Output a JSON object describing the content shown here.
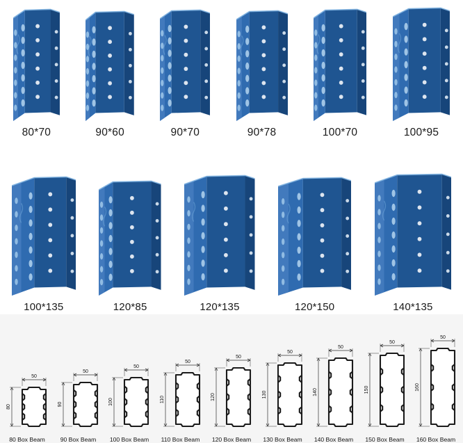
{
  "page": {
    "background": "#ffffff",
    "panel_background": "#f5f5f5"
  },
  "colors": {
    "steel_blue_light": "#4a7fc1",
    "steel_blue_mid": "#2f6bb0",
    "steel_blue_dark": "#1f5591",
    "steel_blue_deep": "#17457a",
    "outline": "#1b1b1b",
    "label_text": "#1a1a1a"
  },
  "uprights": {
    "row1": [
      {
        "label": "80*70",
        "width_mm": 80,
        "depth_mm": 70,
        "icon": "rack-upright-icon"
      },
      {
        "label": "90*60",
        "width_mm": 90,
        "depth_mm": 60,
        "icon": "rack-upright-icon"
      },
      {
        "label": "90*70",
        "width_mm": 90,
        "depth_mm": 70,
        "icon": "rack-upright-icon"
      },
      {
        "label": "90*78",
        "width_mm": 90,
        "depth_mm": 78,
        "icon": "rack-upright-icon"
      },
      {
        "label": "100*70",
        "width_mm": 100,
        "depth_mm": 70,
        "icon": "rack-upright-icon"
      },
      {
        "label": "100*95",
        "width_mm": 100,
        "depth_mm": 95,
        "icon": "rack-upright-icon"
      }
    ],
    "row2": [
      {
        "label": "100*135",
        "width_mm": 100,
        "depth_mm": 135,
        "icon": "rack-upright-icon"
      },
      {
        "label": "120*85",
        "width_mm": 120,
        "depth_mm": 85,
        "icon": "rack-upright-icon"
      },
      {
        "label": "120*135",
        "width_mm": 120,
        "depth_mm": 135,
        "icon": "rack-upright-icon"
      },
      {
        "label": "120*150",
        "width_mm": 120,
        "depth_mm": 150,
        "icon": "rack-upright-icon"
      },
      {
        "label": "140*135",
        "width_mm": 140,
        "depth_mm": 135,
        "icon": "rack-upright-icon"
      }
    ]
  },
  "beams": {
    "common_width_label": "50",
    "items": [
      {
        "label": "80 Box Beam",
        "height_label": "80",
        "width_label": "50",
        "height_mm": 80,
        "width_mm": 50
      },
      {
        "label": "90 Box Beam",
        "height_label": "90",
        "width_label": "50",
        "height_mm": 90,
        "width_mm": 50
      },
      {
        "label": "100 Box Beam",
        "height_label": "100",
        "width_label": "50",
        "height_mm": 100,
        "width_mm": 50
      },
      {
        "label": "110 Box Beam",
        "height_label": "110",
        "width_label": "50",
        "height_mm": 110,
        "width_mm": 50
      },
      {
        "label": "120 Box Beam",
        "height_label": "120",
        "width_label": "50",
        "height_mm": 120,
        "width_mm": 50
      },
      {
        "label": "130 Box Beam",
        "height_label": "130",
        "width_label": "50",
        "height_mm": 130,
        "width_mm": 50
      },
      {
        "label": "140 Box Beam",
        "height_label": "140",
        "width_label": "50",
        "height_mm": 140,
        "width_mm": 50
      },
      {
        "label": "150 Box Beam",
        "height_label": "150",
        "width_label": "50",
        "height_mm": 150,
        "width_mm": 50
      },
      {
        "label": "160 Box Beam",
        "height_label": "160",
        "width_label": "50",
        "height_mm": 160,
        "width_mm": 50
      }
    ]
  }
}
